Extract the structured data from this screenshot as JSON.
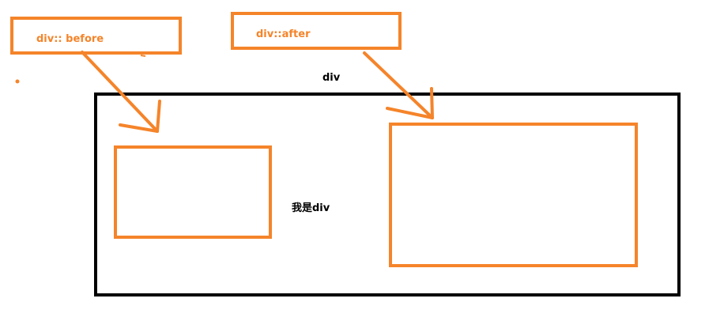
{
  "labels": {
    "before": "div:: before",
    "after": "div::after",
    "div": "div",
    "center": "我是div"
  },
  "colors": {
    "accent": "#f5842a",
    "outline": "#000000",
    "background": "#ffffff"
  }
}
